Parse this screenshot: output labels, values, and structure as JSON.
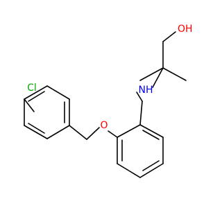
{
  "molecule": {
    "atoms": {
      "OH": {
        "text": "OH",
        "color": "#ff0000"
      },
      "NH": {
        "text": "NH",
        "color": "#0000ff"
      },
      "O": {
        "text": "O",
        "color": "#ff0000"
      },
      "Cl": {
        "text": "Cl",
        "color": "#00aa00"
      }
    },
    "bond_color": "#000000",
    "background": "#ffffff"
  }
}
